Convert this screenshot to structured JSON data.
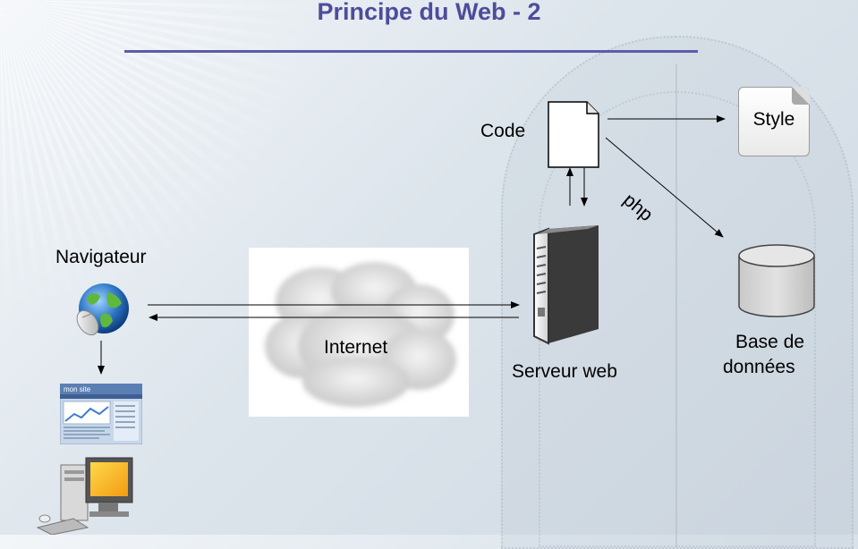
{
  "title": "Principe du Web - 2",
  "labels": {
    "navigateur": "Navigateur",
    "internet": "Internet",
    "serveur": "Serveur web",
    "code": "Code",
    "php": "php",
    "style": "Style",
    "db_line1": "Base de",
    "db_line2": "données"
  },
  "mini_site": {
    "header": "mon site"
  },
  "colors": {
    "title": "#4d4d9a",
    "rule": "#5c5ca8"
  },
  "icons": [
    "globe-mouse-icon",
    "website-icon",
    "computer-icon",
    "server-icon",
    "document-icon",
    "style-sheet-icon",
    "database-icon",
    "cloud-icon"
  ]
}
